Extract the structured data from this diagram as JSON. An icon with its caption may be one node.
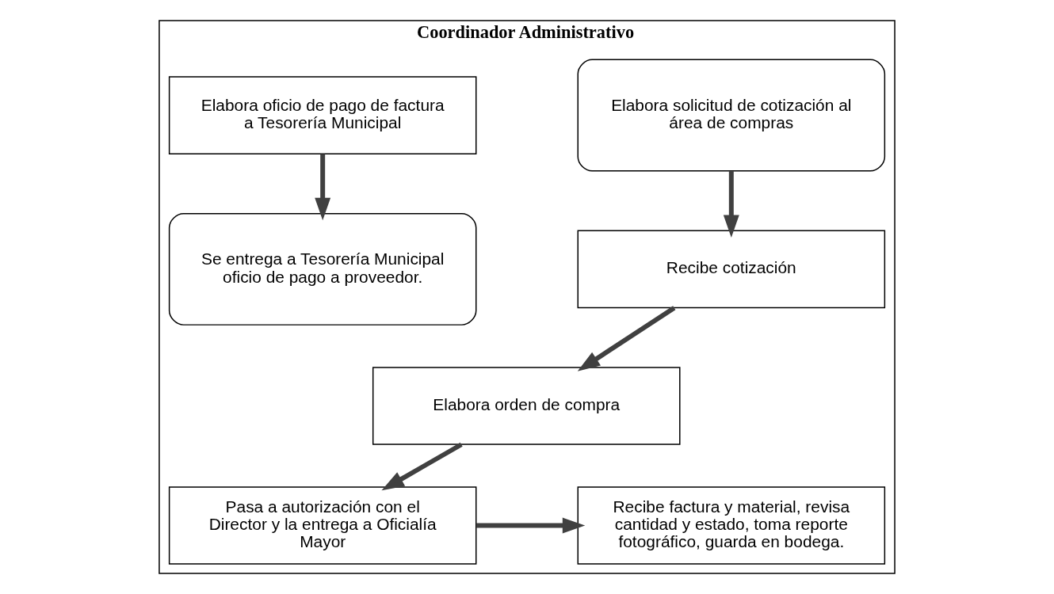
{
  "diagram": {
    "nodes": [
      {
        "text": [
          "Coordinador Administrativo"
        ]
      },
      {
        "text": [
          "Elabora solicitud de cotización al área de compras"
        ],
        "in": 0
      },
      {
        "text": [
          "Recibe cotización"
        ],
        "in": 0
      },
      {
        "text": [
          "Elabora orden de compra"
        ],
        "in": 0
      },
      {
        "text": [
          "Pasa a autorización con el Director y la entrega a Oficialía Mayor"
        ],
        "in": 0
      },
      {
        "text": [
          "Recibe factura y material, revisa cantidad y estado, toma reporte fotográfico, guarda en bodega."
        ],
        "in": 0
      },
      {
        "text": [
          "Elabora oficio de pago de factura a Tesorería Municipal"
        ],
        "in": 0
      },
      {
        "text": [
          "Se entrega a Tesorería Municipal oficio de pago a proveedor."
        ],
        "in": 0
      }
    ],
    "edges": [
      {
        "from": 1,
        "to": 2,
        "arrow": "to"
      },
      {
        "from": 2,
        "to": 3,
        "arrow": "to"
      },
      {
        "from": 3,
        "to": 4,
        "arrow": "to"
      },
      {
        "from": 4,
        "to": 5,
        "arrow": "to"
      },
      {
        "from": 6,
        "to": 7,
        "arrow": "to"
      }
    ]
  }
}
